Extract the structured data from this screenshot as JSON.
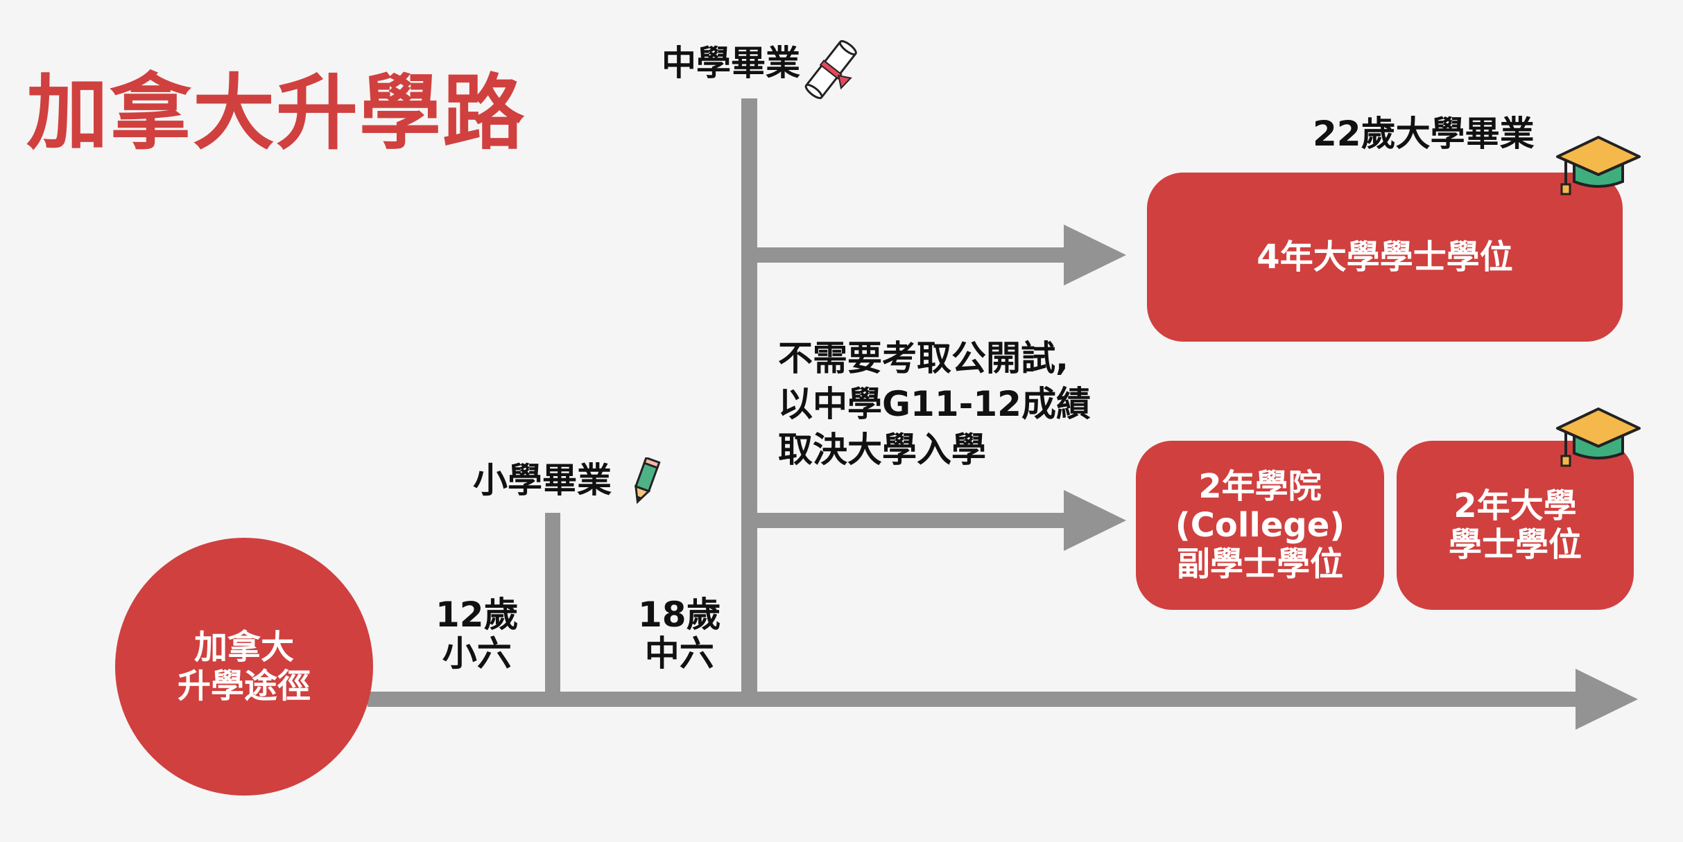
{
  "title": "加拿大升學路",
  "start_node": {
    "lines": [
      "加拿大",
      "升學途徑"
    ]
  },
  "milestones": {
    "primary": {
      "label": "小學畢業",
      "age": "12歲",
      "grade": "小六"
    },
    "secondary": {
      "label": "中學畢業",
      "age": "18歲",
      "grade": "中六"
    }
  },
  "note": {
    "lines": [
      "不需要考取公開試,",
      "以中學G11-12成績",
      "取決大學入學"
    ]
  },
  "outcomes": {
    "university_4yr": {
      "label": "4年大學學士學位",
      "caption": "22歲大學畢業"
    },
    "college_2yr": {
      "lines": [
        "2年學院",
        "(College)",
        "副學士學位"
      ]
    },
    "university_2yr": {
      "lines": [
        "2年大學",
        "學士學位"
      ]
    }
  },
  "colors": {
    "accent": "#d0403f",
    "line": "#939393",
    "background": "#f5f5f5"
  },
  "icons": {
    "primary": "pencil-icon",
    "secondary": "diploma-scroll-icon",
    "graduation": "graduation-cap-icon"
  }
}
